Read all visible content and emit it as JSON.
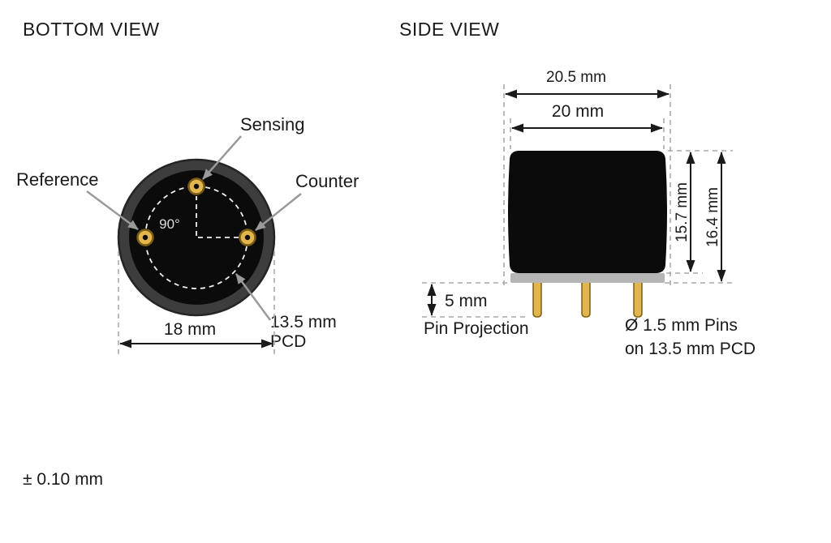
{
  "colors": {
    "background": "#ffffff",
    "sensor_body": "#0b0b0b",
    "housing_ring": "#3d3d3d",
    "flange_gray": "#b5b5b5",
    "pin_gold": "#e2b54d",
    "pin_outline": "#7a5c16",
    "leader_gray": "#9a9a9a",
    "extension_dash_gray": "#a9a9a9",
    "pcd_dash_white": "#efefef",
    "text": "#1a1a1a"
  },
  "bottom_view": {
    "title": "BOTTOM VIEW",
    "labels": {
      "sensing": "Sensing",
      "reference": "Reference",
      "counter": "Counter",
      "angle": "90°",
      "pcd_line1": "13.5 mm",
      "pcd_line2": "PCD",
      "diameter": "18 mm"
    }
  },
  "side_view": {
    "title": "SIDE VIEW",
    "labels": {
      "width_outer": "20.5 mm",
      "width_body": "20 mm",
      "height_body": "15.7 mm",
      "height_total": "16.4 mm",
      "pin_projection_value": "5 mm",
      "pin_projection": "Pin Projection",
      "pins_line1": "Ø 1.5 mm Pins",
      "pins_line2": "on 13.5 mm PCD"
    }
  },
  "footer": {
    "tolerance": "± 0.10 mm"
  }
}
